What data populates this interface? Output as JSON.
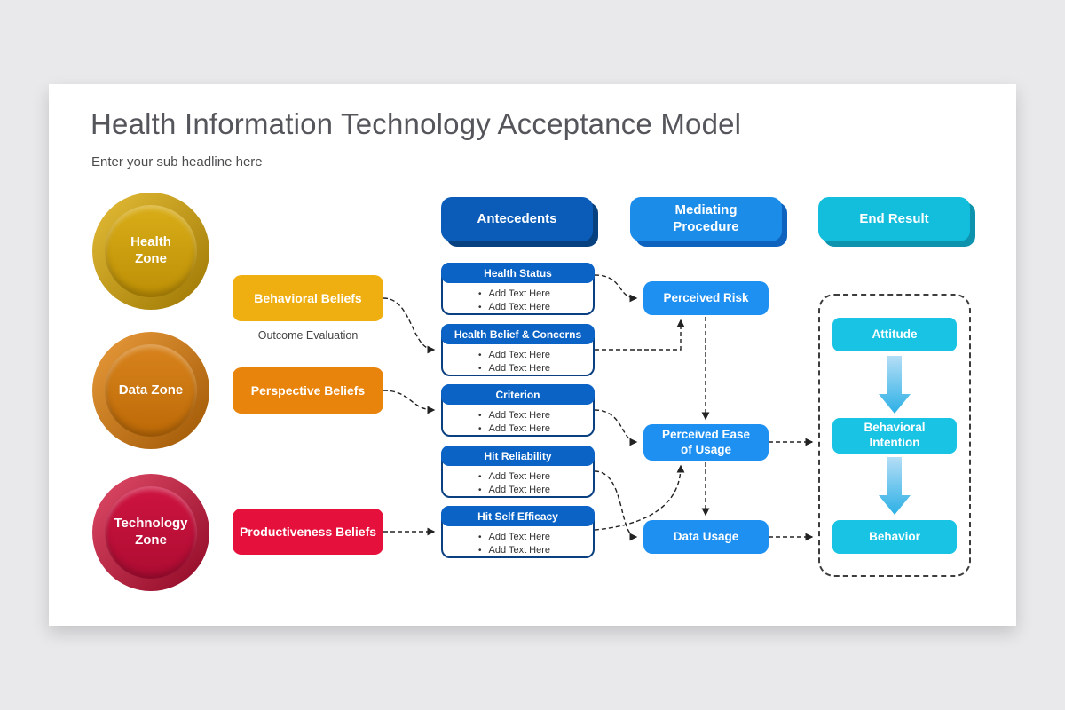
{
  "slide": {
    "title": "Health Information Technology Acceptance Model",
    "subtitle": "Enter your sub headline here"
  },
  "zones": [
    {
      "id": "health",
      "label": "Health\nZone"
    },
    {
      "id": "data",
      "label": "Data Zone"
    },
    {
      "id": "technology",
      "label": "Technology\nZone"
    }
  ],
  "beliefs": [
    {
      "label": "Behavioral Beliefs",
      "note": "Outcome Evaluation"
    },
    {
      "label": "Perspective Beliefs"
    },
    {
      "label": "Productiveness Beliefs"
    }
  ],
  "antecedents": {
    "header": "Antecedents",
    "items": [
      {
        "title": "Health Status",
        "bullets": [
          "Add Text Here",
          "Add Text Here"
        ]
      },
      {
        "title": "Health Belief & Concerns",
        "bullets": [
          "Add Text Here",
          "Add Text Here"
        ]
      },
      {
        "title": "Criterion",
        "bullets": [
          "Add Text Here",
          "Add Text Here"
        ]
      },
      {
        "title": "Hit Reliability",
        "bullets": [
          "Add Text Here",
          "Add Text Here"
        ]
      },
      {
        "title": "Hit Self Efficacy",
        "bullets": [
          "Add Text Here",
          "Add Text Here"
        ]
      }
    ]
  },
  "mediating": {
    "header": "Mediating\nProcedure",
    "items": [
      {
        "label": "Perceived Risk"
      },
      {
        "label": "Perceived Ease\nof Usage"
      },
      {
        "label": "Data Usage"
      }
    ]
  },
  "end_result": {
    "header": "End Result",
    "items": [
      {
        "label": "Attitude"
      },
      {
        "label": "Behavioral\nIntention"
      },
      {
        "label": "Behavior"
      }
    ]
  },
  "colors": {
    "gold": "#EFAF10",
    "orange": "#E8830B",
    "red": "#E5103C",
    "navy": "#0A5CB8",
    "navy-dark": "#08417F",
    "pill-blue": "#0B63C6",
    "box-border": "#0A3F80",
    "blue-header": "#1B8DE9",
    "blue-header-dark": "#0E63BE",
    "blue": "#1E90F2",
    "cyan-header": "#13BDDC",
    "cyan-header-dark": "#0E93AE",
    "cyan": "#18C3E4",
    "arrow": "#222222",
    "title-text": "#55565B"
  }
}
